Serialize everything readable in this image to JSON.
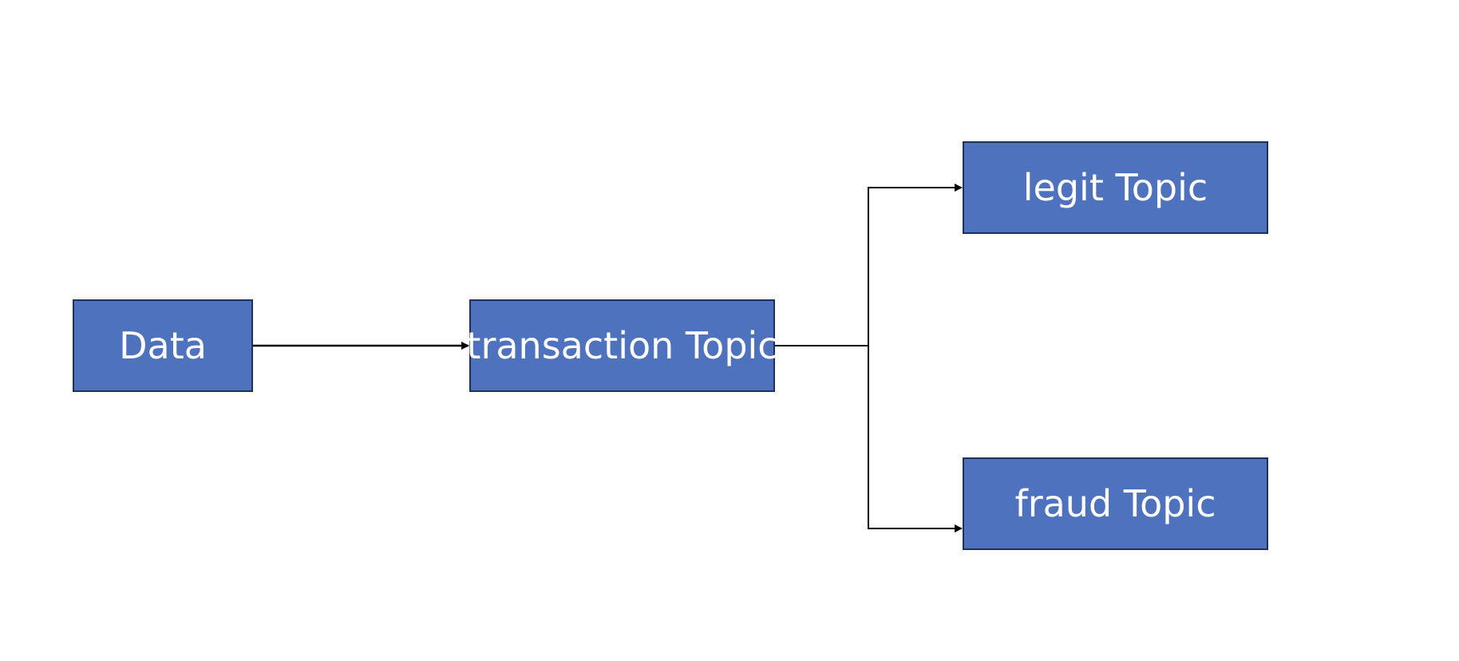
{
  "diagram": {
    "nodes": {
      "data": "Data",
      "transaction": "transaction Topic",
      "legit": "legit Topic",
      "fraud": "fraud Topic"
    },
    "colors": {
      "node_fill": "#4f72bf",
      "node_border": "#1f2f5e",
      "node_text": "#ffffff",
      "connector": "#000000"
    },
    "edges": [
      {
        "from": "Data",
        "to": "transaction Topic"
      },
      {
        "from": "transaction Topic",
        "to": "legit Topic"
      },
      {
        "from": "transaction Topic",
        "to": "fraud Topic"
      }
    ]
  }
}
